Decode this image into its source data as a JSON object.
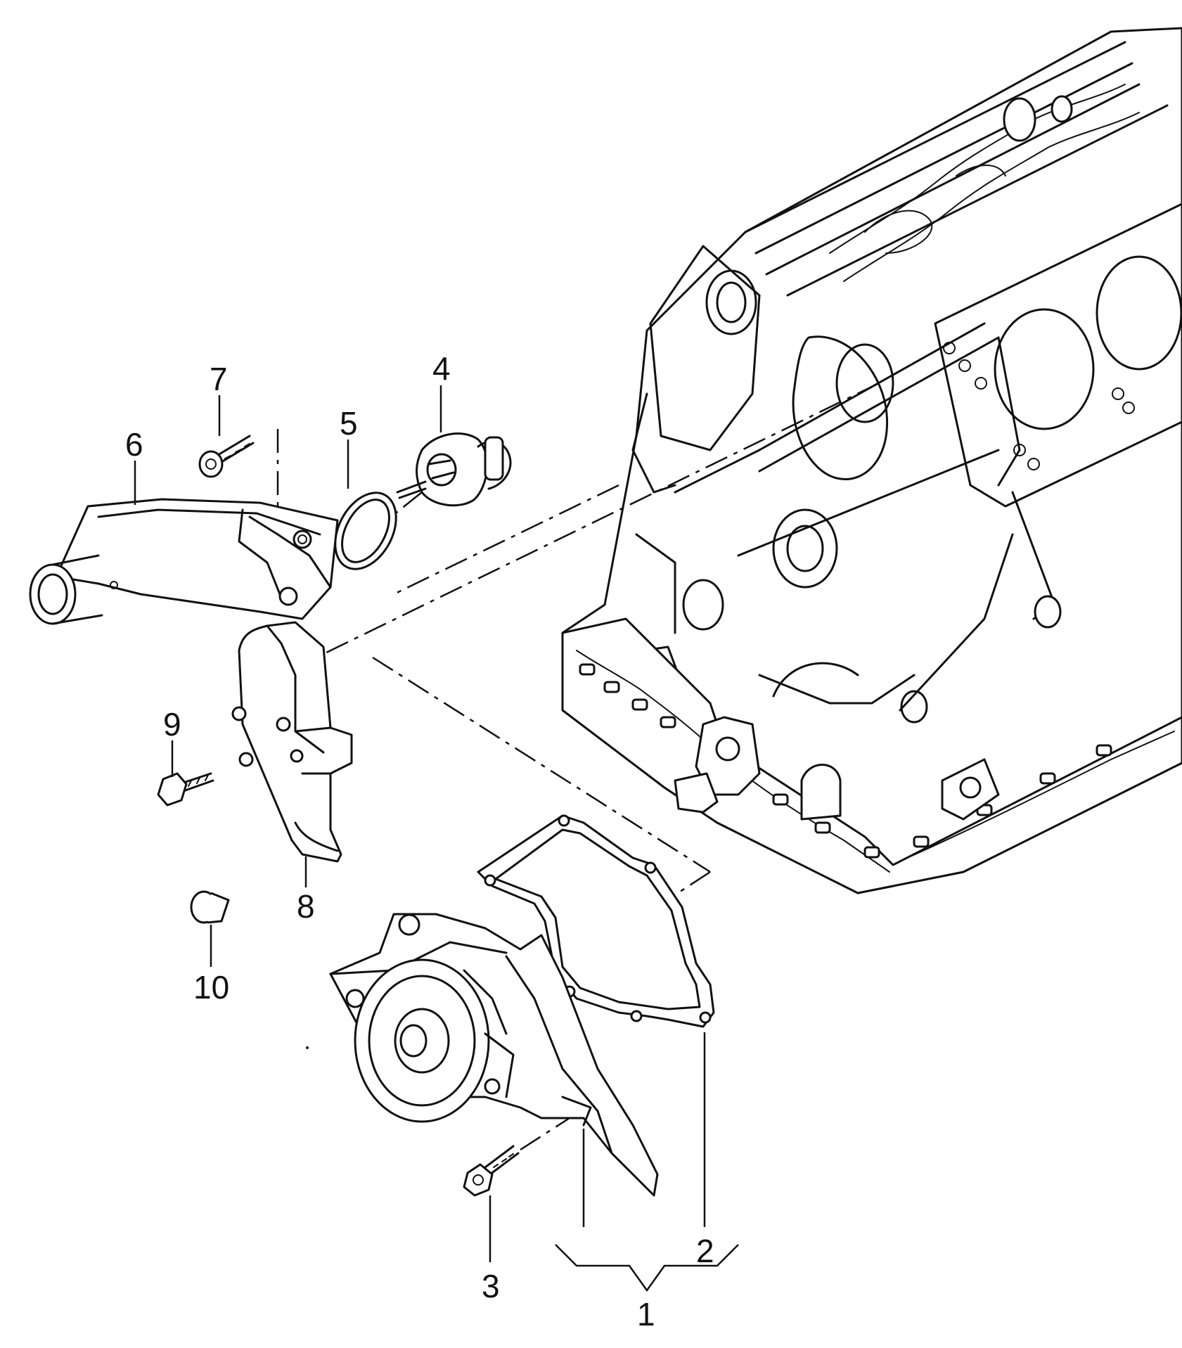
{
  "diagram": {
    "callouts": [
      {
        "id": "1",
        "label": "1"
      },
      {
        "id": "2",
        "label": "2"
      },
      {
        "id": "3",
        "label": "3"
      },
      {
        "id": "4",
        "label": "4"
      },
      {
        "id": "5",
        "label": "5"
      },
      {
        "id": "6",
        "label": "6"
      },
      {
        "id": "7",
        "label": "7"
      },
      {
        "id": "8",
        "label": "8"
      },
      {
        "id": "9",
        "label": "9"
      },
      {
        "id": "10",
        "label": "10"
      }
    ],
    "colors": {
      "line": "#111111",
      "background": "#ffffff"
    }
  }
}
